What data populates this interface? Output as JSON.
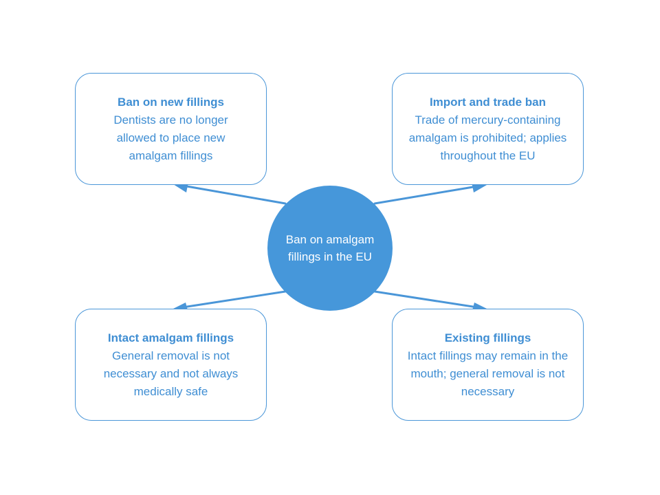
{
  "colors": {
    "accent": "#3f8ed3",
    "node_fill": "#4697da",
    "border": "#4a96d8",
    "background": "#ffffff"
  },
  "center": {
    "label": "Ban on amalgam fillings in the EU"
  },
  "boxes": {
    "top_left": {
      "title": "Ban on new fillings",
      "body": "Dentists are no longer allowed to place new amalgam fillings"
    },
    "top_right": {
      "title": "Import and trade ban",
      "body": "Trade of mercury-containing amalgam is prohibited; applies throughout the EU"
    },
    "bottom_left": {
      "title": "Intact amalgam fillings",
      "body": "General removal is not necessary and not always medically safe"
    },
    "bottom_right": {
      "title": "Existing fillings",
      "body": "Intact fillings may remain in the mouth; general removal is not necessary"
    }
  }
}
